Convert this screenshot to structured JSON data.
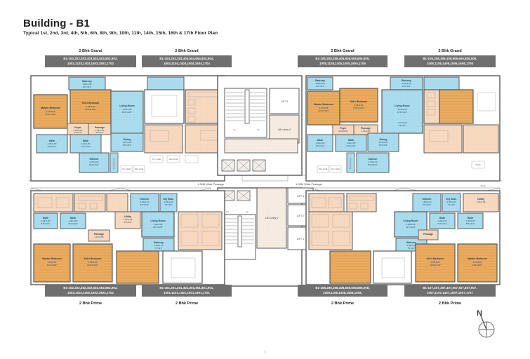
{
  "header": {
    "title": "Building - B1",
    "subtitle": "Typical 1st, 2nd, 3rd, 4th, 5th, 6th, 8th, 9th, 10th, 11th, 14th, 15th, 16th & 17th Floor Plan"
  },
  "colors": {
    "bedroom_fill": "#e8a95c",
    "living_fill": "#aadcee",
    "circulation_fill": "#f7d9c0",
    "wall": "#595959",
    "plaque_bg": "#6f6f6f",
    "text": "#231f20"
  },
  "units": {
    "top": [
      {
        "type_label": "2 Bhk Grand",
        "codes_line1": "B1-103,203,303,403,503,603,803,903,",
        "codes_line2": "1003,1103,1403,1503,1603,1703"
      },
      {
        "type_label": "2 Bhk Grand",
        "codes_line1": "B1-104,204,304,404,504,604,804,904,",
        "codes_line2": "1004,1104,1404,1504,1604,1704"
      },
      {
        "type_label": "2 Bhk Grand",
        "codes_line1": "B1-105,205,305,405,505,605,805,905,",
        "codes_line2": "1005,1105,1405,1505,1605,1705"
      },
      {
        "type_label": "2 Bhk Grand",
        "codes_line1": "B1-106,206,306,406,506,606,806,906,",
        "codes_line2": "1006,1106,1406,1506,1606,1706"
      }
    ],
    "bottom": [
      {
        "type_label": "2 Bhk Prime",
        "codes_line1": "B1-102,202,302,402,502,602,802,902,",
        "codes_line2": "1002,1102,1402,1502,1602,1702"
      },
      {
        "type_label": "2 Bhk Prime",
        "codes_line1": "B1-101,201,301,401,501,601,801,901,",
        "codes_line2": "1001,1101,1401,1501,1601,1701"
      },
      {
        "type_label": "2 Bhk Prime",
        "codes_line1": "B1-108,208,308,408,508,608,808,908,",
        "codes_line2": "1008,1108,1408,1508,1608,"
      },
      {
        "type_label": "2 Bhk Prime",
        "codes_line1": "B1-107,207,307,407,507,607,807,907,",
        "codes_line2": "1007,1107,1407,1507,1607,1707"
      }
    ]
  },
  "rooms": {
    "master_bedroom": {
      "name": "Master Bedroom",
      "metric": "3.37x3.65",
      "imperial": "10'11\"x12'0\""
    },
    "kids_bedroom": {
      "name": "Kid's Bedroom",
      "metric": "3.05x3.60",
      "imperial": "10'0\"x11'10\""
    },
    "living_room": {
      "name": "Living Room",
      "metric": "3.15x3.65",
      "imperial": "10'4\"x12'0\""
    },
    "dining": {
      "name": "Dining",
      "metric": "3.27x2.06",
      "imperial": "10'9\"x6'9\""
    },
    "kitchen": {
      "name": "Kitchen",
      "metric": "2.70x2.10",
      "imperial": "8'10\"x6'11\""
    },
    "bath1": {
      "name": "Bath",
      "metric": "2.45x1.50",
      "imperial": "8'0\"x4'11\""
    },
    "bath2": {
      "name": "Bath",
      "metric": "2.40x1.50",
      "imperial": "7'10\"x4'11\""
    },
    "balcony1": {
      "name": "Balcony",
      "metric": "3.90x1.55",
      "imperial": "10'2\"x5'1\""
    },
    "balcony2": {
      "name": "Balcony",
      "metric": "2.35x1.30",
      "imperial": "7'9\"x4'3\""
    },
    "passage": {
      "name": "Passage",
      "metric": "1.15x0.95",
      "imperial": "3'9\"x3'1\""
    },
    "foyer": {
      "name": "Foyer",
      "metric": "0.84x0.91",
      "imperial": "2'9\"x3'0\""
    },
    "dry_balcony": {
      "name": "Dry Balcony"
    },
    "utility": {
      "name": "Utility",
      "metric": "1.15x2.45",
      "imperial": "3'9\"x8'0\""
    },
    "nook": {
      "name": "1.27x1.40",
      "imperial": "4'2\"x4'7\""
    }
  },
  "core": {
    "lift_lobby_1": "Lift Lobby 1",
    "lift_lobby_2": "Lift Lobby 2",
    "lift_1": "LIFT 1",
    "lift_2": "LIFT 2",
    "lift_3": "LIFT 3",
    "lift_4": "LIFT 4",
    "stair_up": "Up",
    "stair_down": "Dn",
    "duct": "Duct",
    "shaft": "Shaft"
  },
  "passages": {
    "left": "1.30M Wide Passage",
    "right": "1.53M Wide Passage"
  },
  "compass": {
    "label": "N"
  },
  "page_number": "1"
}
